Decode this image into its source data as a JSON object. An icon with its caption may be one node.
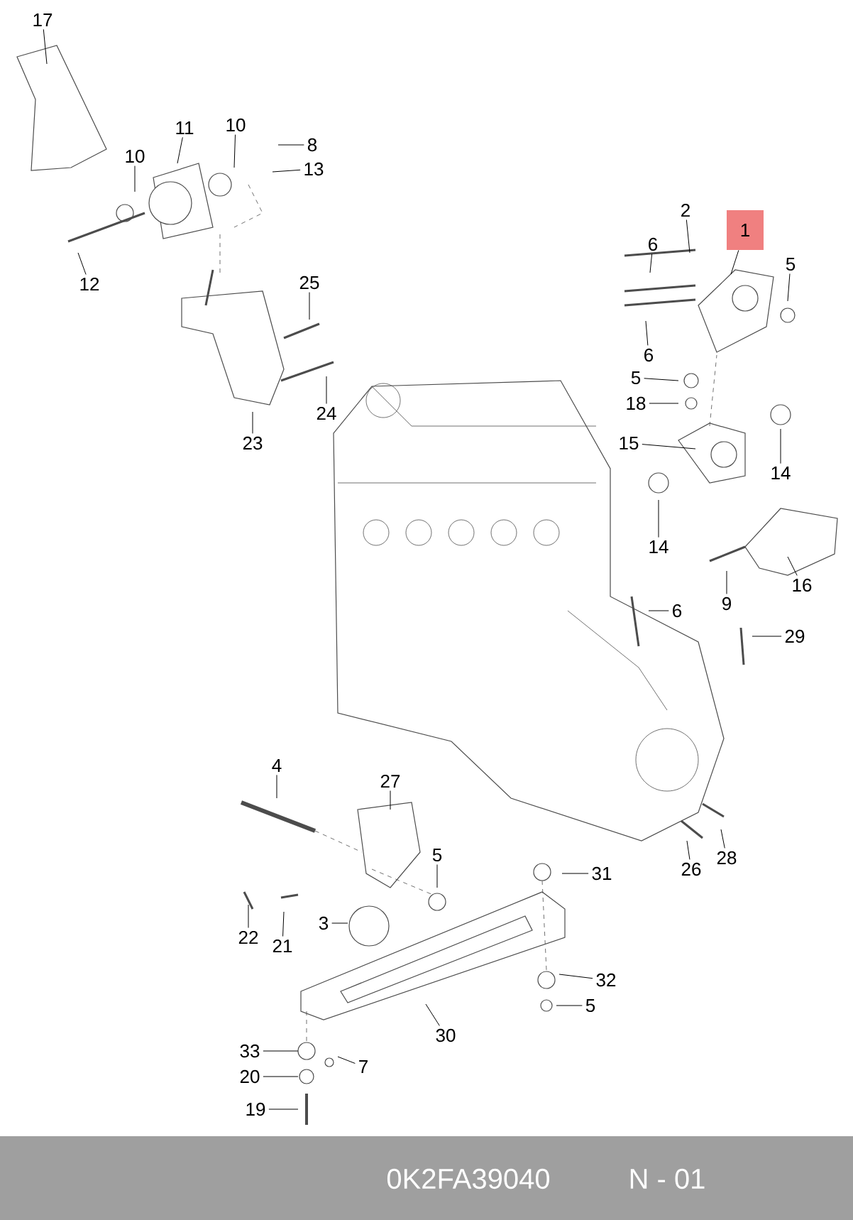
{
  "diagram": {
    "nodes": [
      {
        "text": [
          "17"
        ]
      },
      {
        "text": [
          "11"
        ]
      },
      {
        "text": [
          "10"
        ]
      },
      {
        "text": [
          "8"
        ]
      },
      {
        "text": [
          "10"
        ]
      },
      {
        "text": [
          "13"
        ]
      },
      {
        "text": [
          "12"
        ]
      },
      {
        "text": [
          "25"
        ]
      },
      {
        "text": [
          "24"
        ]
      },
      {
        "text": [
          "23"
        ]
      },
      {
        "text": [
          "1"
        ]
      },
      {
        "text": [
          "2"
        ]
      },
      {
        "text": [
          "6"
        ]
      },
      {
        "text": [
          "5"
        ]
      },
      {
        "text": [
          "6"
        ]
      },
      {
        "text": [
          "5"
        ]
      },
      {
        "text": [
          "18"
        ]
      },
      {
        "text": [
          "15"
        ]
      },
      {
        "text": [
          "14"
        ]
      },
      {
        "text": [
          "14"
        ]
      },
      {
        "text": [
          "16"
        ]
      },
      {
        "text": [
          "9"
        ]
      },
      {
        "text": [
          "6"
        ]
      },
      {
        "text": [
          "29"
        ]
      },
      {
        "text": [
          "4"
        ]
      },
      {
        "text": [
          "27"
        ]
      },
      {
        "text": [
          "5"
        ]
      },
      {
        "text": [
          "28"
        ]
      },
      {
        "text": [
          "26"
        ]
      },
      {
        "text": [
          "31"
        ]
      },
      {
        "text": [
          "22"
        ]
      },
      {
        "text": [
          "21"
        ]
      },
      {
        "text": [
          "3"
        ]
      },
      {
        "text": [
          "32"
        ]
      },
      {
        "text": [
          "5"
        ]
      },
      {
        "text": [
          "30"
        ]
      },
      {
        "text": [
          "33"
        ]
      },
      {
        "text": [
          "7"
        ]
      },
      {
        "text": [
          "20"
        ]
      },
      {
        "text": [
          "19"
        ]
      }
    ],
    "edges": [
      {
        "from": 0,
        "to": null,
        "arrow": "none"
      },
      {
        "from": 1,
        "to": null,
        "arrow": "none"
      },
      {
        "from": 2,
        "to": null,
        "arrow": "none"
      },
      {
        "from": 3,
        "to": null,
        "arrow": "none"
      },
      {
        "from": 4,
        "to": null,
        "arrow": "none"
      },
      {
        "from": 5,
        "to": null,
        "arrow": "none"
      },
      {
        "from": 6,
        "to": null,
        "arrow": "none"
      },
      {
        "from": 7,
        "to": null,
        "arrow": "none"
      },
      {
        "from": 8,
        "to": null,
        "arrow": "none"
      },
      {
        "from": 9,
        "to": null,
        "arrow": "none"
      },
      {
        "from": 10,
        "to": null,
        "arrow": "none"
      },
      {
        "from": 11,
        "to": null,
        "arrow": "none"
      },
      {
        "from": 12,
        "to": null,
        "arrow": "none"
      },
      {
        "from": 13,
        "to": null,
        "arrow": "none"
      },
      {
        "from": 14,
        "to": null,
        "arrow": "none"
      },
      {
        "from": 15,
        "to": null,
        "arrow": "none"
      },
      {
        "from": 16,
        "to": null,
        "arrow": "none"
      },
      {
        "from": 17,
        "to": null,
        "arrow": "none"
      },
      {
        "from": 18,
        "to": null,
        "arrow": "none"
      },
      {
        "from": 19,
        "to": null,
        "arrow": "none"
      },
      {
        "from": 20,
        "to": null,
        "arrow": "none"
      },
      {
        "from": 21,
        "to": null,
        "arrow": "none"
      },
      {
        "from": 22,
        "to": null,
        "arrow": "none"
      },
      {
        "from": 23,
        "to": null,
        "arrow": "none"
      },
      {
        "from": 24,
        "to": null,
        "arrow": "none"
      },
      {
        "from": 25,
        "to": null,
        "arrow": "none"
      },
      {
        "from": 26,
        "to": null,
        "arrow": "none"
      },
      {
        "from": 27,
        "to": null,
        "arrow": "none"
      },
      {
        "from": 28,
        "to": null,
        "arrow": "none"
      },
      {
        "from": 29,
        "to": null,
        "arrow": "none"
      },
      {
        "from": 30,
        "to": null,
        "arrow": "none"
      },
      {
        "from": 31,
        "to": null,
        "arrow": "none"
      },
      {
        "from": 32,
        "to": null,
        "arrow": "none"
      },
      {
        "from": 33,
        "to": null,
        "arrow": "none"
      },
      {
        "from": 34,
        "to": null,
        "arrow": "none"
      },
      {
        "from": 35,
        "to": null,
        "arrow": "none"
      },
      {
        "from": 36,
        "to": null,
        "arrow": "none"
      },
      {
        "from": 37,
        "to": null,
        "arrow": "none"
      },
      {
        "from": 38,
        "to": null,
        "arrow": "none"
      },
      {
        "from": 39,
        "to": null,
        "arrow": "none"
      }
    ],
    "labels": [
      "0K2FA39040",
      "N - 01"
    ]
  }
}
